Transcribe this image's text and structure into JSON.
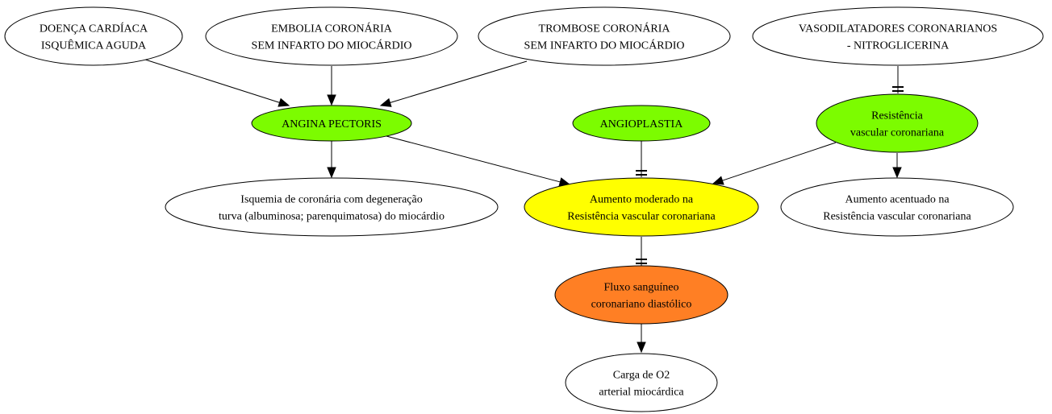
{
  "colors": {
    "green": "#7cfc00",
    "yellow": "#ffff00",
    "orange": "#ff7f24",
    "white": "#ffffff",
    "stroke": "#000000"
  },
  "nodes": {
    "doenca": {
      "lines": [
        "DOENÇA CARDÍACA",
        "ISQUÊMICA AGUDA"
      ],
      "fill": "white"
    },
    "embolia": {
      "lines": [
        "EMBOLIA CORONÁRIA",
        "SEM INFARTO DO MIOCÁRDIO"
      ],
      "fill": "white"
    },
    "trombose": {
      "lines": [
        "TROMBOSE CORONÁRIA",
        "SEM INFARTO DO MIOCÁRDIO"
      ],
      "fill": "white"
    },
    "vasodilatadores": {
      "lines": [
        "VASODILATADORES CORONARIANOS",
        "- NITROGLICERINA"
      ],
      "fill": "white"
    },
    "angina": {
      "lines": [
        "ANGINA PECTORIS"
      ],
      "fill": "green"
    },
    "angioplastia": {
      "lines": [
        "ANGIOPLASTIA"
      ],
      "fill": "green"
    },
    "resistencia": {
      "lines": [
        "Resistência",
        "vascular coronariana"
      ],
      "fill": "green"
    },
    "isquemia": {
      "lines": [
        "Isquemia de coronária com degeneração",
        "turva (albuminosa; parenquimatosa) do miocárdio"
      ],
      "fill": "white"
    },
    "aumento_moderado": {
      "lines": [
        "Aumento moderado na",
        "Resistência vascular coronariana"
      ],
      "fill": "yellow"
    },
    "aumento_acentuado": {
      "lines": [
        "Aumento acentuado na",
        "Resistência vascular coronariana"
      ],
      "fill": "white"
    },
    "fluxo": {
      "lines": [
        "Fluxo sanguíneo",
        "coronariano diastólico"
      ],
      "fill": "orange"
    },
    "carga": {
      "lines": [
        "Carga de O2",
        "arterial miocárdica"
      ],
      "fill": "white"
    }
  },
  "edges": [
    {
      "from": "doenca",
      "to": "angina",
      "head": "arrow"
    },
    {
      "from": "embolia",
      "to": "angina",
      "head": "arrow"
    },
    {
      "from": "trombose",
      "to": "angina",
      "head": "arrow"
    },
    {
      "from": "vasodilatadores",
      "to": "resistencia",
      "head": "tee"
    },
    {
      "from": "angina",
      "to": "isquemia",
      "head": "arrow"
    },
    {
      "from": "angina",
      "to": "aumento_moderado",
      "head": "arrow"
    },
    {
      "from": "angioplastia",
      "to": "aumento_moderado",
      "head": "tee"
    },
    {
      "from": "resistencia",
      "to": "aumento_moderado",
      "head": "arrow"
    },
    {
      "from": "resistencia",
      "to": "aumento_acentuado",
      "head": "arrow"
    },
    {
      "from": "aumento_moderado",
      "to": "fluxo",
      "head": "tee"
    },
    {
      "from": "fluxo",
      "to": "carga",
      "head": "arrow"
    }
  ]
}
